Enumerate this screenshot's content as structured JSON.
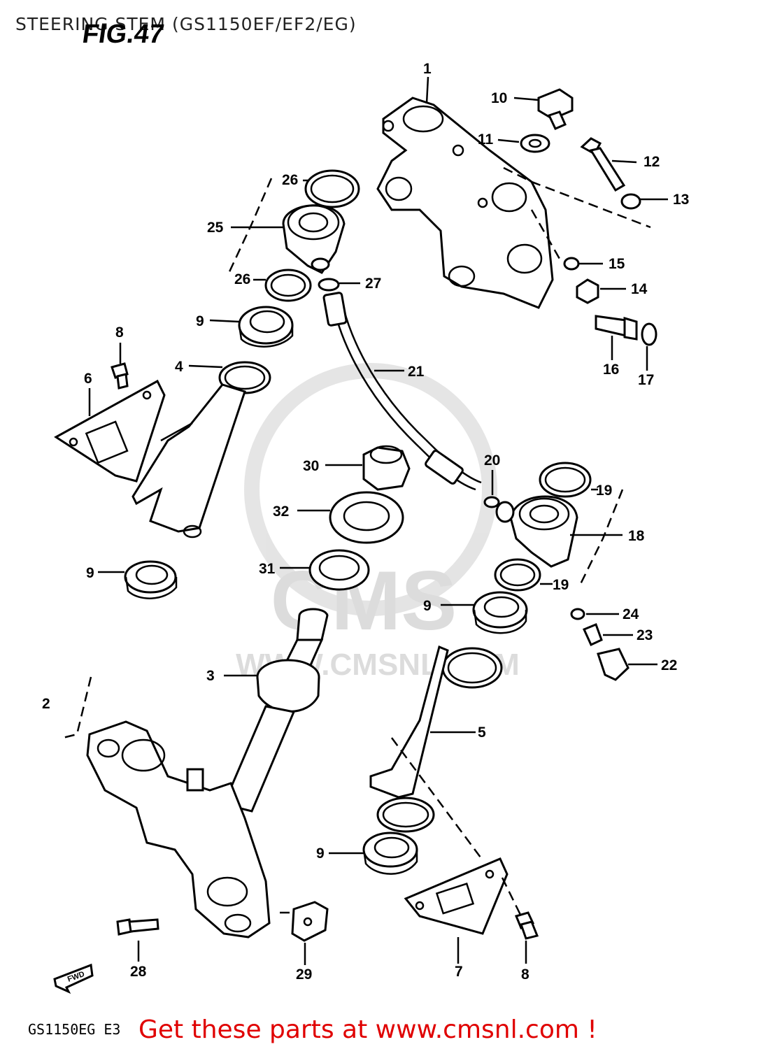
{
  "header": {
    "title": "STEERING STEM (GS1150EF/EF2/EG)",
    "figure_label": "FIG.47"
  },
  "watermark": {
    "brand": "CMS",
    "url": "WWW.CMSNL.COM"
  },
  "callouts": {
    "c1": "1",
    "c10": "10",
    "c11": "11",
    "c12": "12",
    "c13": "13",
    "c26a": "26",
    "c25": "25",
    "c26b": "26",
    "c27": "27",
    "c15": "15",
    "c14": "14",
    "c9a": "9",
    "c8a": "8",
    "c4": "4",
    "c6": "6",
    "c21": "21",
    "c16": "16",
    "c17": "17",
    "c30": "30",
    "c20": "20",
    "c19a": "19",
    "c18": "18",
    "c32": "32",
    "c9b": "9",
    "c31": "31",
    "c19b": "19",
    "c9c": "9",
    "c24": "24",
    "c23": "23",
    "c22": "22",
    "c3": "3",
    "c2": "2",
    "c5": "5",
    "c9d": "9",
    "c28": "28",
    "c29": "29",
    "c7": "7",
    "c8b": "8"
  },
  "direction_marker": "FWD",
  "footer": {
    "model_code": "GS1150EG E3",
    "link_text": "Get these parts at www.cmsnl.com !"
  }
}
